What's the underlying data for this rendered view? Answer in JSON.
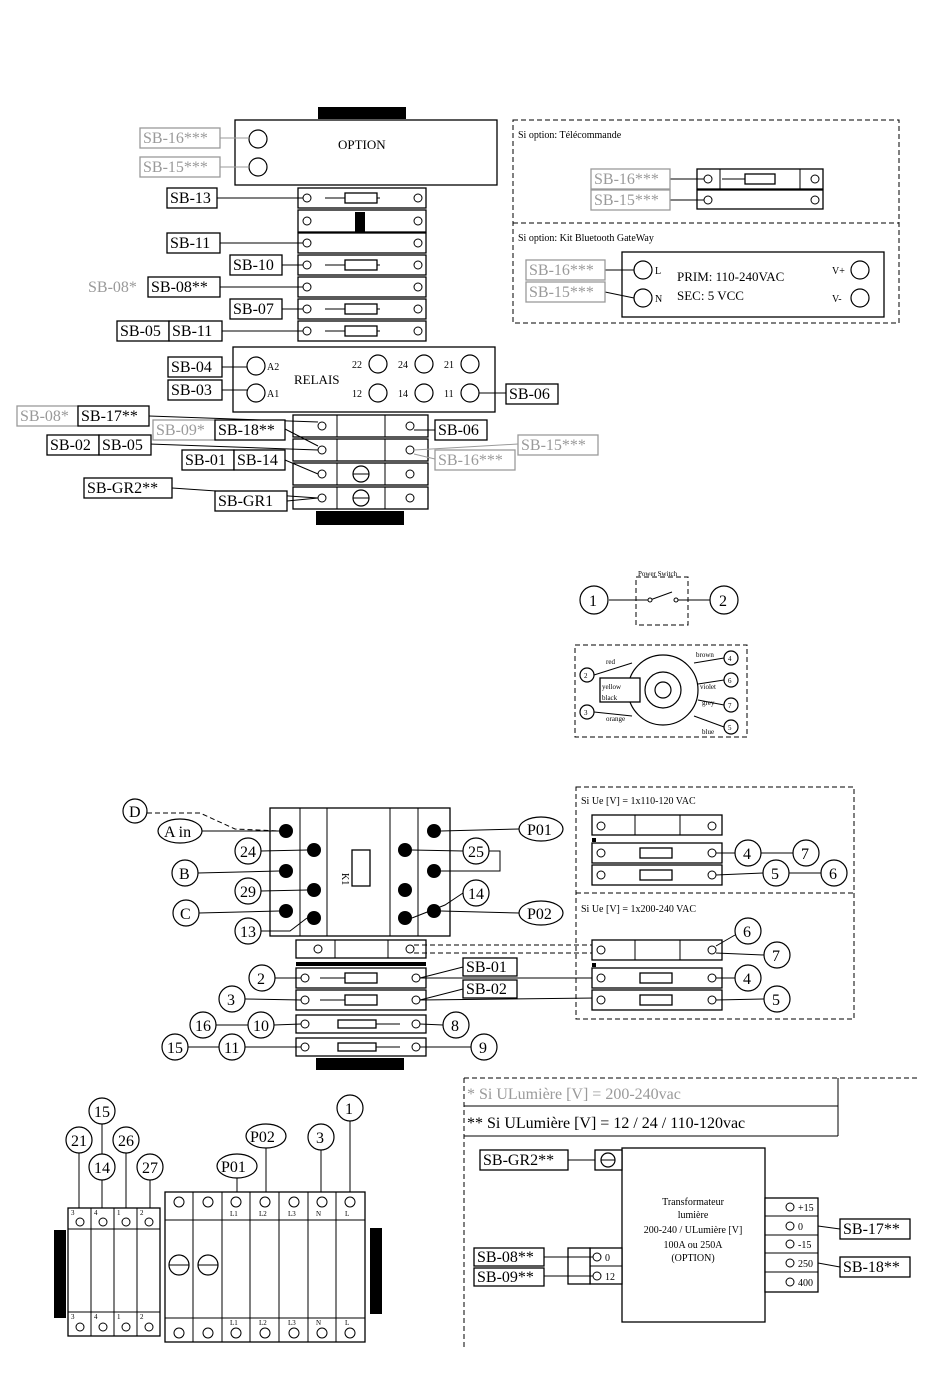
{
  "top": {
    "option_label": "OPTION",
    "relais_label": "RELAIS",
    "relay_pins": {
      "a2": "A2",
      "a1": "A1",
      "p22": "22",
      "p24": "24",
      "p21": "21",
      "p12": "12",
      "p14": "14",
      "p11": "11"
    },
    "labels": {
      "sb16_grey": "SB-16***",
      "sb15_grey": "SB-15***",
      "sb13": "SB-13",
      "sb11": "SB-11",
      "sb10": "SB-10",
      "sb08_grey": "SB-08*",
      "sb08": "SB-08**",
      "sb07": "SB-07",
      "sb05": "SB-05",
      "sb11b": "SB-11",
      "sb04": "SB-04",
      "sb03": "SB-03",
      "sb06": "SB-06",
      "sb08b_grey": "SB-08*",
      "sb17": "SB-17**",
      "sb09_grey": "SB-09*",
      "sb18": "SB-18**",
      "sb06b": "SB-06",
      "sb02": "SB-02",
      "sb05b": "SB-05",
      "sb15b_grey": "SB-15***",
      "sb01": "SB-01",
      "sb14": "SB-14",
      "sb16b_grey": "SB-16***",
      "sbgr2": "SB-GR2**",
      "sbgr1": "SB-GR1"
    }
  },
  "option_box": {
    "telecommande_title": "Si option: Télécommande",
    "sb16": "SB-16***",
    "sb15": "SB-15***",
    "bluetooth_title": "Si option: Kit Bluetooth GateWay",
    "bt_sb16": "SB-16***",
    "bt_sb15": "SB-15***",
    "l": "L",
    "n": "N",
    "prim": "PRIM: 110-240VAC",
    "sec": "SEC: 5 VCC",
    "vplus": "V+",
    "vminus": "V-"
  },
  "power_switch": {
    "title": "Power Switch",
    "n1": "1",
    "n2": "2"
  },
  "transformer_small": {
    "red": "red",
    "yellow": "yellow",
    "black": "black",
    "orange": "orange",
    "brown": "brown",
    "violet": "violet",
    "grey": "grey",
    "blue": "blue",
    "n4": "4",
    "n6": "6",
    "n7": "7",
    "n5": "5",
    "n2": "2",
    "n3": "3"
  },
  "contactor": {
    "d": "D",
    "ain": "A in",
    "b": "B",
    "c": "C",
    "k1": "K1",
    "p01": "P01",
    "p02": "P02",
    "n24": "24",
    "n29": "29",
    "n13": "13",
    "n25": "25",
    "n14": "14",
    "n2": "2",
    "n3": "3",
    "n16": "16",
    "n10": "10",
    "n15": "15",
    "n11": "11",
    "n8": "8",
    "n9": "9",
    "sb01": "SB-01",
    "sb02": "SB-02"
  },
  "ue_box": {
    "title1": "Si Ue [V] = 1x110-120 VAC",
    "title2": "Si Ue [V] = 1x200-240 VAC",
    "n4": "4",
    "n7": "7",
    "n5": "5",
    "n6": "6",
    "m6": "6",
    "m7": "7",
    "m4": "4",
    "m5": "5"
  },
  "bottom_terminals": {
    "n15": "15",
    "n21": "21",
    "n14": "14",
    "n26": "26",
    "n27": "27",
    "p02": "P02",
    "p01": "P01",
    "n3": "3",
    "n1": "1",
    "top_marks": [
      "3",
      "4",
      "1",
      "2",
      "",
      "",
      "L1",
      "L2",
      "L3",
      "N",
      "L"
    ],
    "bottom_marks": [
      "3",
      "4",
      "1",
      "2",
      "",
      "",
      "L1",
      "L2",
      "L3",
      "N",
      "L"
    ]
  },
  "legend": {
    "star1": "*   Si ULumière [V] = 200-240vac",
    "star2": "** Si ULumière [V] = 12 / 24 / 110-120vac"
  },
  "big_transformer": {
    "sbgr2": "SB-GR2**",
    "title1": "Transformateur",
    "title2": "lumière",
    "title3": "200-240 / ULumière [V]",
    "title4": "100A ou 250A",
    "title5": "(OPTION)",
    "sb08": "SB-08**",
    "sb09": "SB-09**",
    "in0": "0",
    "in12": "12",
    "outs": [
      "+15",
      "0",
      "-15",
      "250",
      "400"
    ],
    "sb17": "SB-17**",
    "sb18": "SB-18**"
  }
}
